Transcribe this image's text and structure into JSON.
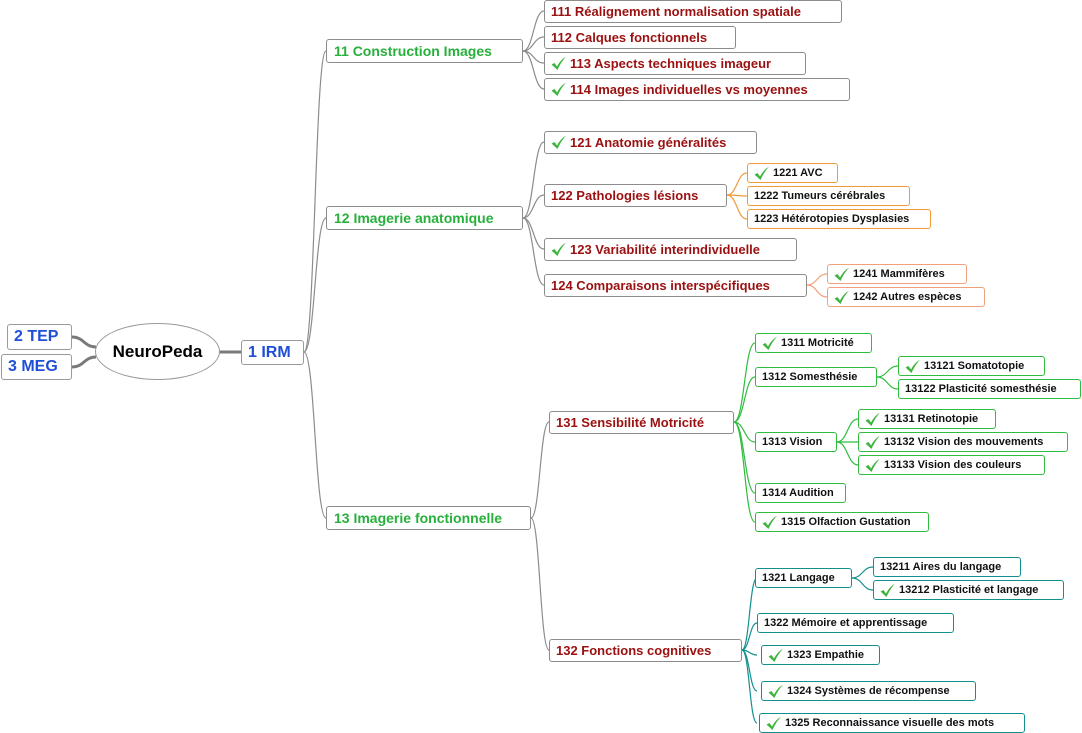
{
  "root": {
    "label": "NeuroPeda"
  },
  "left": [
    {
      "label": "2 TEP"
    },
    {
      "label": "3 MEG"
    }
  ],
  "main": {
    "label": "1 IRM"
  },
  "nodes": {
    "n11": {
      "label": "11 Construction Images"
    },
    "n111": {
      "label": "111 Réalignement normalisation spatiale"
    },
    "n112": {
      "label": "112 Calques fonctionnels"
    },
    "n113": {
      "label": "113 Aspects techniques imageur",
      "checked": true
    },
    "n114": {
      "label": "114 Images individuelles vs moyennes",
      "checked": true
    },
    "n12": {
      "label": "12 Imagerie anatomique"
    },
    "n121": {
      "label": "121 Anatomie généralités",
      "checked": true
    },
    "n122": {
      "label": "122 Pathologies lésions"
    },
    "n1221": {
      "label": "1221 AVC",
      "checked": true
    },
    "n1222": {
      "label": "1222 Tumeurs cérébrales"
    },
    "n1223": {
      "label": "1223 Hétérotopies Dysplasies"
    },
    "n123": {
      "label": "123 Variabilité interindividuelle",
      "checked": true
    },
    "n124": {
      "label": "124 Comparaisons interspécifiques"
    },
    "n1241": {
      "label": "1241 Mammifères",
      "checked": true
    },
    "n1242": {
      "label": "1242 Autres espèces",
      "checked": true
    },
    "n13": {
      "label": "13 Imagerie fonctionnelle"
    },
    "n131": {
      "label": "131 Sensibilité Motricité"
    },
    "n1311": {
      "label": "1311 Motricité",
      "checked": true
    },
    "n1312": {
      "label": "1312 Somesthésie"
    },
    "n13121": {
      "label": "13121 Somatotopie",
      "checked": true
    },
    "n13122": {
      "label": "13122 Plasticité somesthésie"
    },
    "n1313": {
      "label": "1313 Vision"
    },
    "n13131": {
      "label": "13131 Retinotopie",
      "checked": true
    },
    "n13132": {
      "label": "13132 Vision des mouvements",
      "checked": true
    },
    "n13133": {
      "label": "13133 Vision des couleurs",
      "checked": true
    },
    "n1314": {
      "label": "1314 Audition"
    },
    "n1315": {
      "label": "1315 Olfaction Gustation",
      "checked": true
    },
    "n132": {
      "label": "132 Fonctions cognitives"
    },
    "n1321": {
      "label": "1321 Langage"
    },
    "n13211": {
      "label": "13211 Aires du langage"
    },
    "n13212": {
      "label": "13212 Plasticité et langage",
      "checked": true
    },
    "n1322": {
      "label": "1322 Mémoire et apprentissage"
    },
    "n1323": {
      "label": "1323 Empathie",
      "checked": true
    },
    "n1324": {
      "label": "1324 Systèmes de récompense",
      "checked": true
    },
    "n1325": {
      "label": "1325 Reconnaissance visuelle des mots",
      "checked": true
    }
  },
  "colors": {
    "level1": "#1f4fd6",
    "level2": "#27b03b",
    "level3": "#9b1010",
    "branch_gray": "#8c8c8c",
    "branch_orange": "#f19a3a",
    "branch_salmon": "#f0a07a",
    "branch_green": "#2fbd3f",
    "branch_teal": "#138f8f",
    "check_green": "#3db43d"
  }
}
